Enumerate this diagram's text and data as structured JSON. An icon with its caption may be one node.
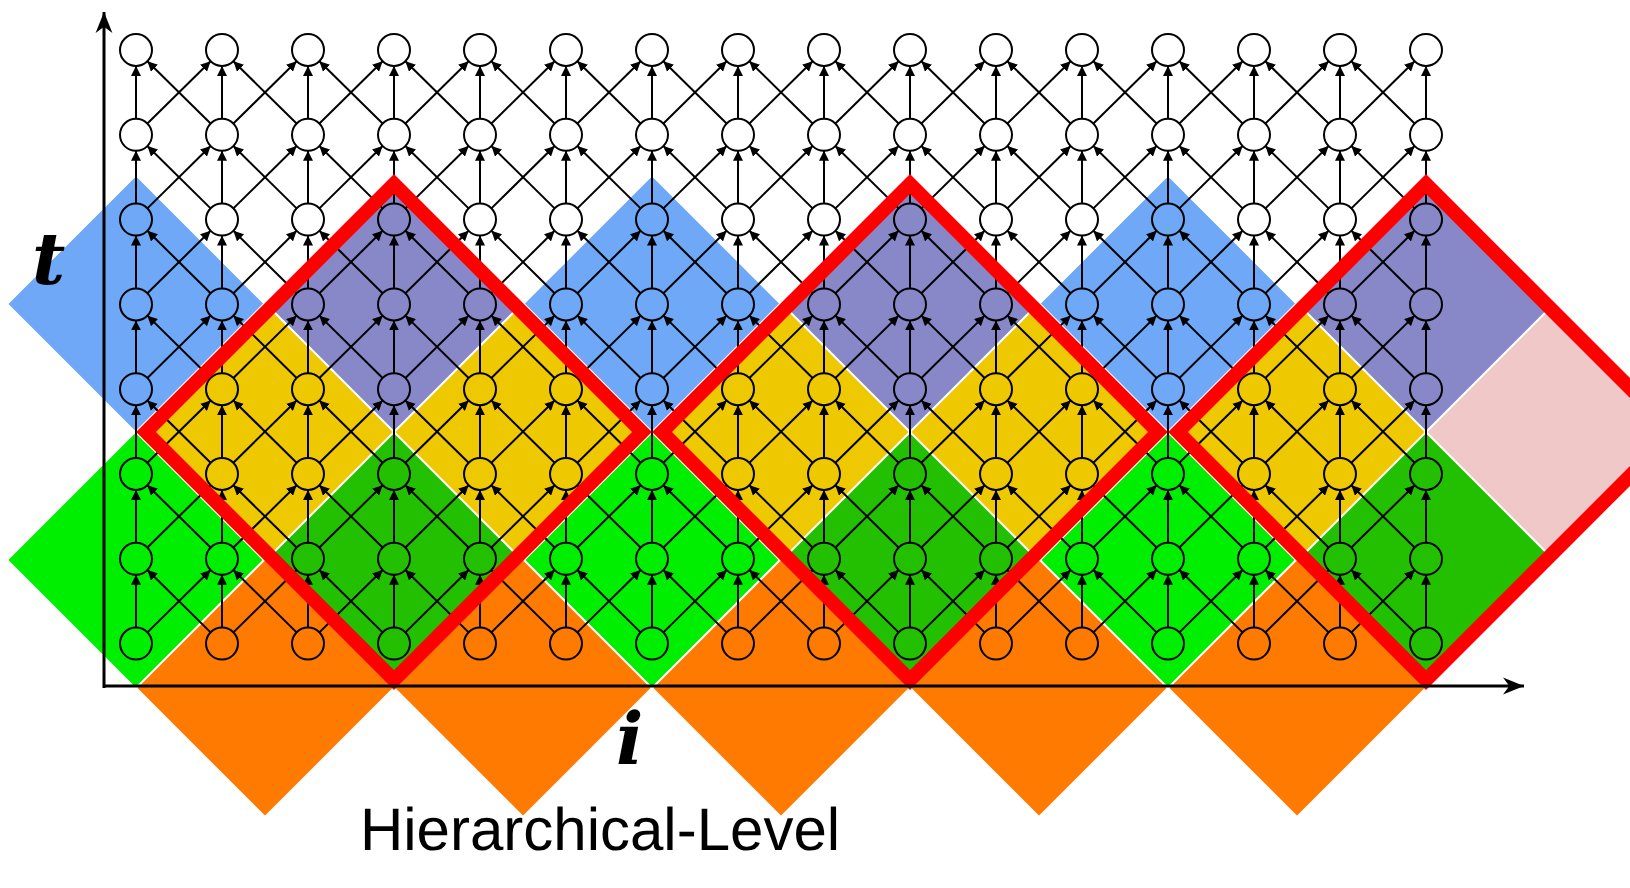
{
  "diagram": {
    "caption": "Hierarchical-Level",
    "labels": [
      "t",
      "i"
    ]
  }
}
